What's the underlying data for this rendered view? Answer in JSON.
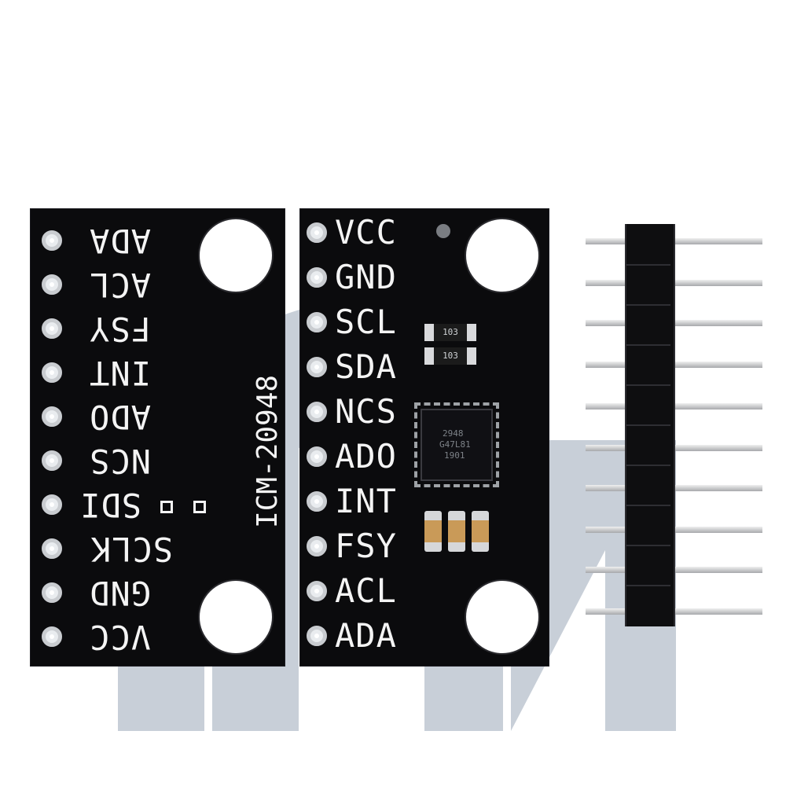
{
  "left_board": {
    "pins": [
      "ADA",
      "ACL",
      "FSY",
      "INT",
      "ADO",
      "NCS",
      "SDI",
      "SCLK",
      "GND",
      "VCC"
    ],
    "part_number": "ICM-20948"
  },
  "right_board": {
    "pins": [
      "VCC",
      "GND",
      "SCL",
      "SDA",
      "NCS",
      "ADO",
      "INT",
      "FSY",
      "ACL",
      "ADA"
    ],
    "resistors": [
      "103",
      "103"
    ],
    "chip_marking": [
      "2948",
      "G47L81",
      "1901"
    ]
  },
  "header": {
    "pin_count": 10
  },
  "watermark": {
    "color": "#9aa8b8"
  }
}
